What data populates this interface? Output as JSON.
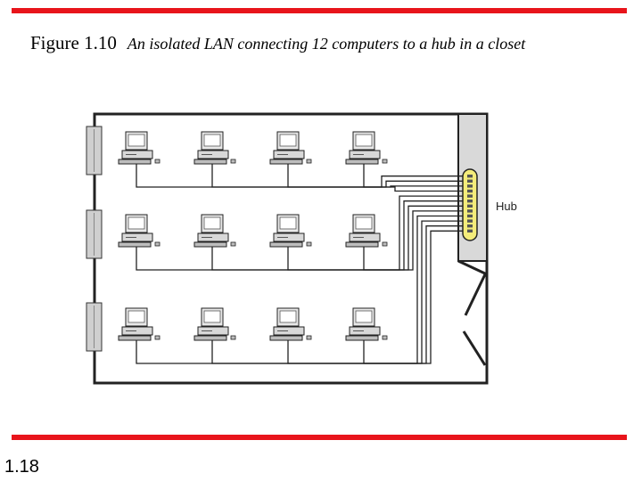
{
  "slide": {
    "figure_number": "Figure 1.10",
    "figure_title": "An isolated LAN connecting 12 computers to a hub in a closet",
    "slide_number": "1.18",
    "accent_color": "#e8141b"
  },
  "diagram": {
    "hub_label": "Hub",
    "hub_color": "#f4ec7a",
    "closet_color": "#d9d9d9",
    "computers_per_row": 4,
    "rows": 3,
    "computer_count": 12
  }
}
